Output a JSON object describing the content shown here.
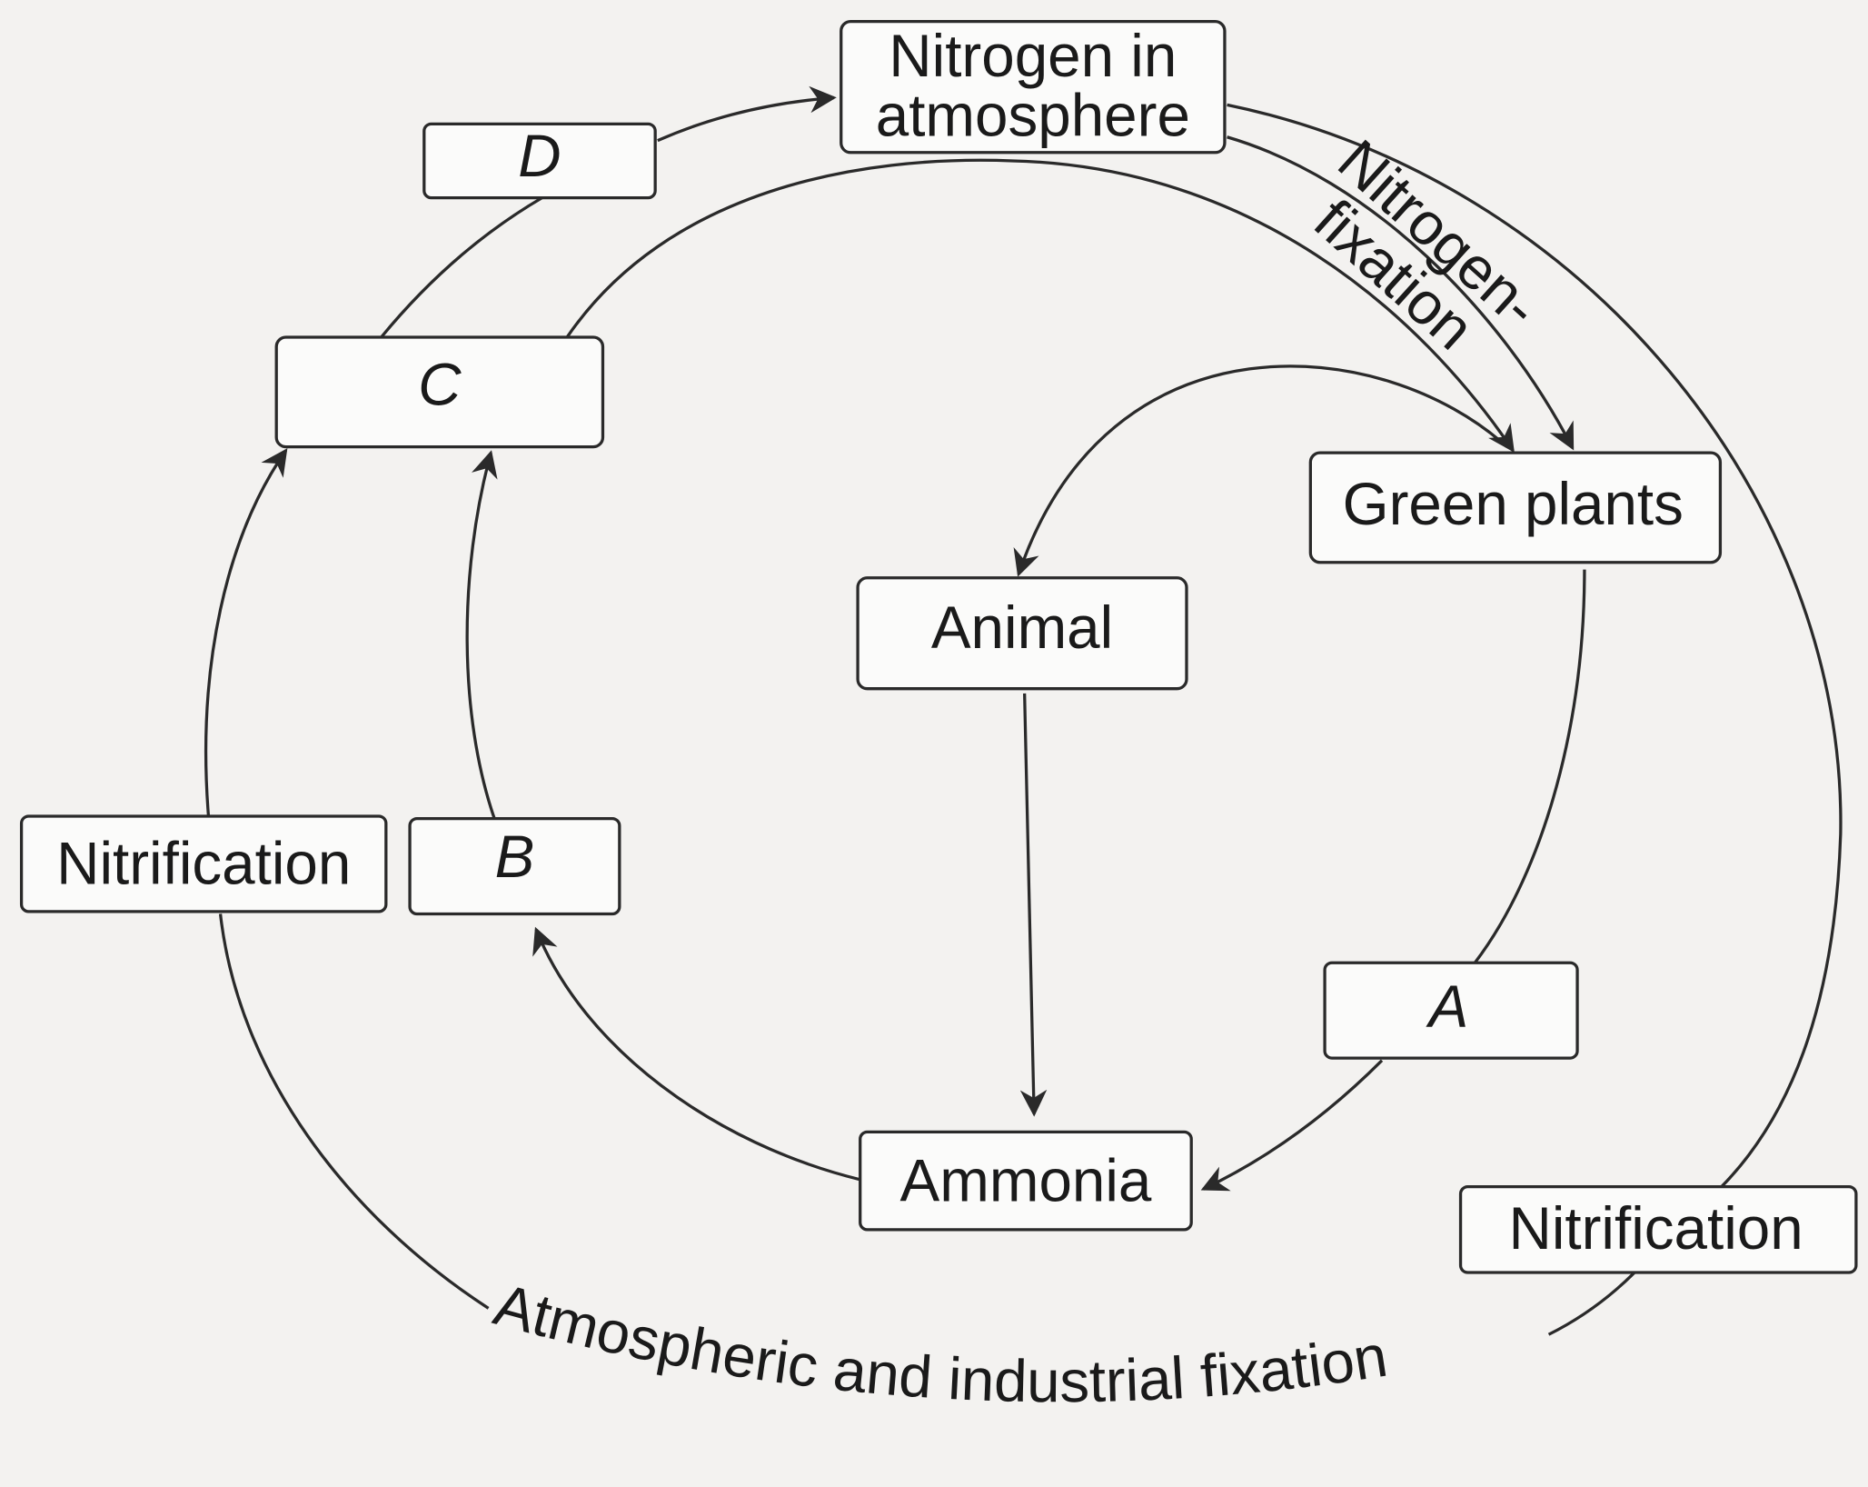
{
  "diagram": {
    "title": "Nitrogen cycle",
    "nodes": {
      "atmosphere_line1": "Nitrogen in",
      "atmosphere_line2": "atmosphere",
      "green_plants": "Green plants",
      "animal": "Animal",
      "ammonia": "Ammonia",
      "a": "A",
      "b": "B",
      "c": "C",
      "d": "D",
      "nitrification_left": "Nitrification",
      "nitrification_right": "Nitrification"
    },
    "edge_labels": {
      "nitrogen_fixation_line1": "Nitrogen-",
      "nitrogen_fixation_line2": "fixation",
      "atmospheric_fixation": "Atmospheric and industrial fixation"
    }
  }
}
